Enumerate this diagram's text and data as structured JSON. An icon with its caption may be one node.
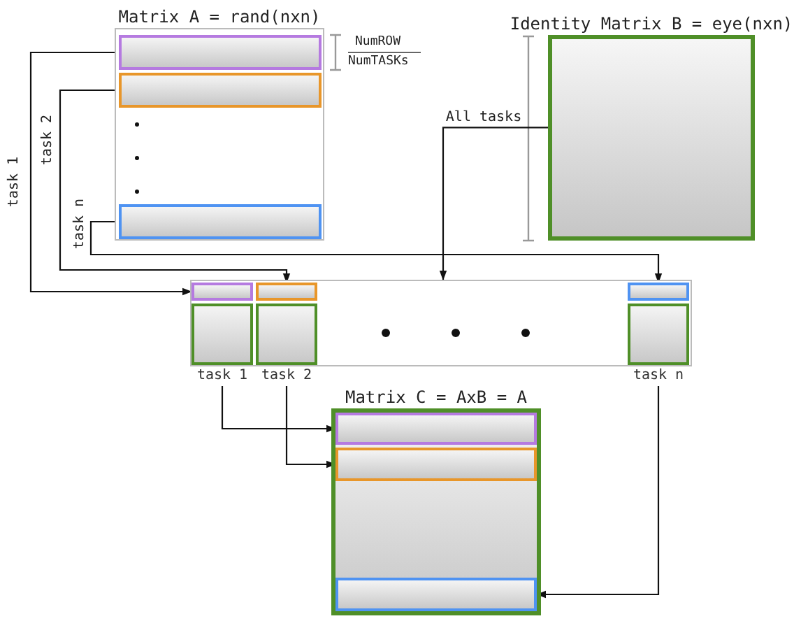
{
  "diagram": {
    "nodes": [
      {
        "text": [
          "Matrix A = rand(nxn)"
        ]
      },
      {
        "text": [],
        "shape": "box",
        "in": 0
      },
      {
        "text": [],
        "shape": "box",
        "in": 0
      },
      {
        "text": [],
        "shape": "box",
        "in": 0
      },
      {
        "text": [
          "Identity Matrix B = eye(nxn)"
        ]
      },
      {
        "text": [],
        "shape": "box"
      },
      {
        "text": [],
        "shape": "box",
        "in": 5
      },
      {
        "text": [],
        "shape": "box",
        "in": 5
      },
      {
        "text": [],
        "shape": "box",
        "in": 5
      },
      {
        "text": [],
        "shape": "box",
        "in": 5
      },
      {
        "text": [],
        "shape": "box",
        "in": 5
      },
      {
        "text": [],
        "shape": "box",
        "in": 5
      },
      {
        "text": [
          "task 1"
        ]
      },
      {
        "text": [
          "task 2"
        ]
      },
      {
        "text": [
          "task n"
        ]
      },
      {
        "text": [
          "Matrix C = AxB = A"
        ]
      },
      {
        "text": [],
        "shape": "box",
        "in": 15
      },
      {
        "text": [],
        "shape": "box",
        "in": 15
      },
      {
        "text": [],
        "shape": "box",
        "in": 15
      }
    ],
    "edges": [
      {
        "from": 1,
        "to": 6,
        "arrow": "to",
        "label": "task 1"
      },
      {
        "from": 2,
        "to": 8,
        "arrow": "to",
        "label": "task 2"
      },
      {
        "from": 3,
        "to": 10,
        "arrow": "to",
        "label": "task n"
      },
      {
        "from": 4,
        "to": 5,
        "arrow": "to",
        "label": "All tasks"
      },
      {
        "from": 12,
        "to": 16,
        "arrow": "to"
      },
      {
        "from": 13,
        "to": 17,
        "arrow": "to"
      },
      {
        "from": 14,
        "to": 18,
        "arrow": "to"
      }
    ],
    "labels": [
      "NumROW",
      "NumTASKs"
    ]
  }
}
